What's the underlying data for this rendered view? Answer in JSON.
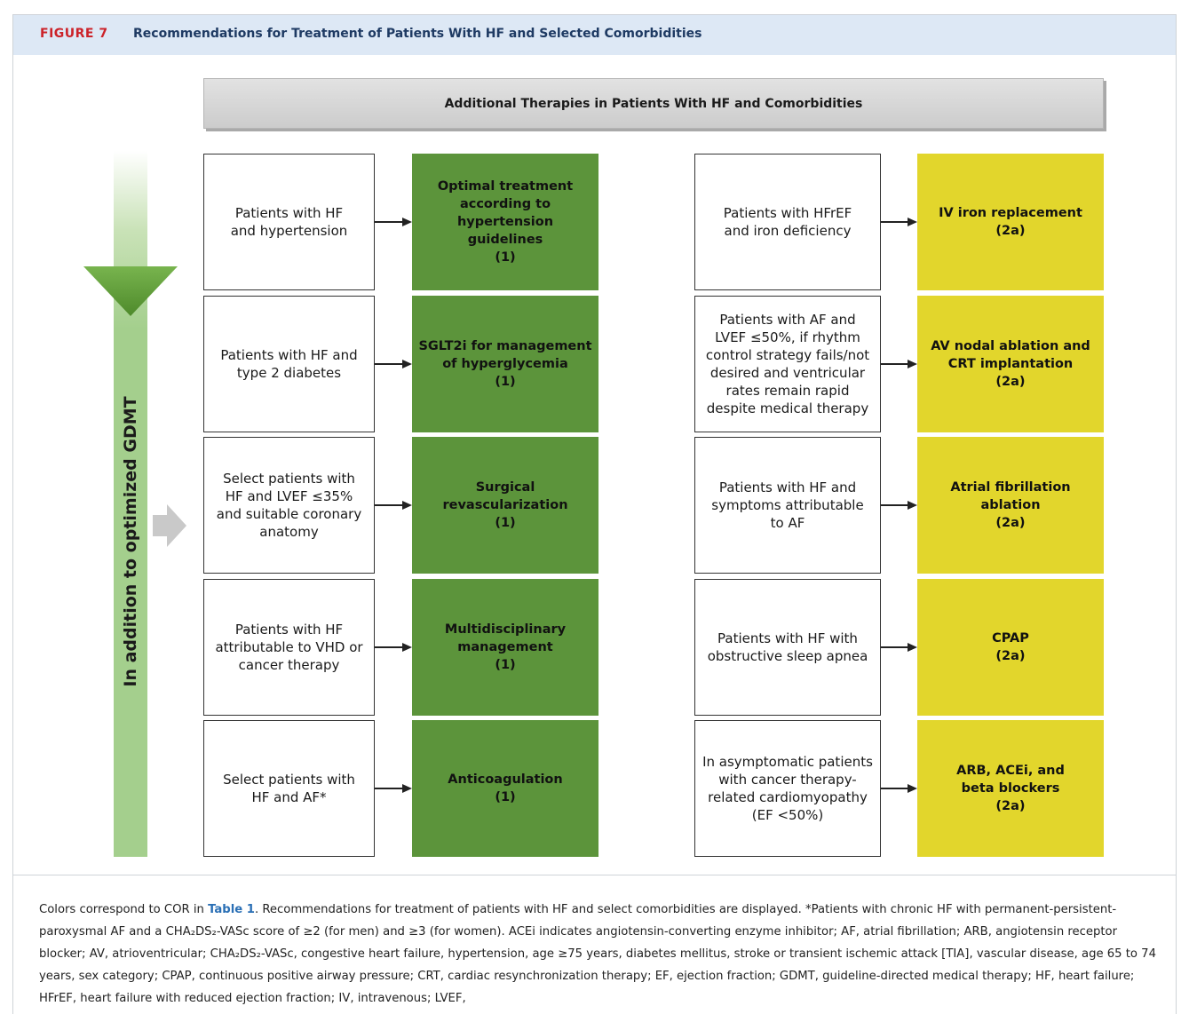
{
  "figure": {
    "label": "FIGURE 7",
    "title": "Recommendations for Treatment of Patients With HF and Selected Comorbidities"
  },
  "header": "Additional Therapies in Patients With HF and Comorbidities",
  "side_label": "In addition to optimized GDMT",
  "colors": {
    "green_cor1": "#5c943b",
    "yellow_cor2a": "#e2d62c",
    "arrow_green": "#5b9a33",
    "title_red": "#cc2229"
  },
  "left_rows": [
    {
      "condition": [
        "Patients with HF",
        "and hypertension"
      ],
      "recommendation": [
        "Optimal treatment",
        "according to hypertension",
        "guidelines",
        "(1)"
      ]
    },
    {
      "condition": [
        "Patients with HF and",
        "type 2 diabetes"
      ],
      "recommendation": [
        "SGLT2i for management",
        "of hyperglycemia",
        "(1)"
      ]
    },
    {
      "condition": [
        "Select patients with",
        "HF and LVEF ≤35%",
        "and suitable coronary",
        "anatomy"
      ],
      "recommendation": [
        "Surgical revascularization",
        "(1)"
      ]
    },
    {
      "condition": [
        "Patients with HF",
        "attributable to VHD or",
        "cancer therapy"
      ],
      "recommendation": [
        "Multidisciplinary",
        "management",
        "(1)"
      ]
    },
    {
      "condition": [
        "Select patients with",
        "HF and AF*"
      ],
      "recommendation": [
        "Anticoagulation",
        "(1)"
      ]
    }
  ],
  "right_rows": [
    {
      "condition": [
        "Patients with HFrEF",
        "and iron deficiency"
      ],
      "recommendation": [
        "IV iron replacement",
        "(2a)"
      ]
    },
    {
      "condition": [
        "Patients with AF and",
        "LVEF ≤50%, if rhythm",
        "control strategy fails/not",
        "desired and ventricular",
        "rates remain rapid",
        "despite medical therapy"
      ],
      "recommendation": [
        "AV nodal ablation and",
        "CRT implantation",
        "(2a)"
      ]
    },
    {
      "condition": [
        "Patients with HF and",
        "symptoms attributable",
        "to AF"
      ],
      "recommendation": [
        "Atrial fibrillation",
        "ablation",
        "(2a)"
      ]
    },
    {
      "condition": [
        "Patients with HF with",
        "obstructive sleep apnea"
      ],
      "recommendation": [
        "CPAP",
        "(2a)"
      ]
    },
    {
      "condition": [
        "In asymptomatic patients",
        "with cancer therapy-",
        "related cardiomyopathy",
        "(EF <50%)"
      ],
      "recommendation": [
        "ARB, ACEi, and",
        "beta blockers",
        "(2a)"
      ]
    }
  ],
  "caption": {
    "prefix": "Colors correspond to COR in ",
    "table_link": "Table 1",
    "body": ". Recommendations for treatment of patients with HF and select comorbidities are displayed. *Patients with chronic HF with permanent-persistent-paroxysmal AF and a CHA₂DS₂-VASc score of ≥2 (for men) and ≥3 (for women). ACEi indicates angiotensin-converting enzyme inhibitor; AF, atrial fibrillation; ARB, angiotensin receptor blocker; AV, atrioventricular; CHA₂DS₂-VASc, congestive heart failure, hypertension, age ≥75 years, diabetes mellitus, stroke or transient ischemic attack [TIA], vascular disease, age 65 to 74 years, sex category; CPAP, continuous positive airway pressure; CRT, cardiac resynchronization therapy; EF, ejection fraction; GDMT, guideline-directed medical therapy; HF, heart failure; HFrEF, heart failure with reduced ejection fraction; IV, intravenous; LVEF,"
  }
}
